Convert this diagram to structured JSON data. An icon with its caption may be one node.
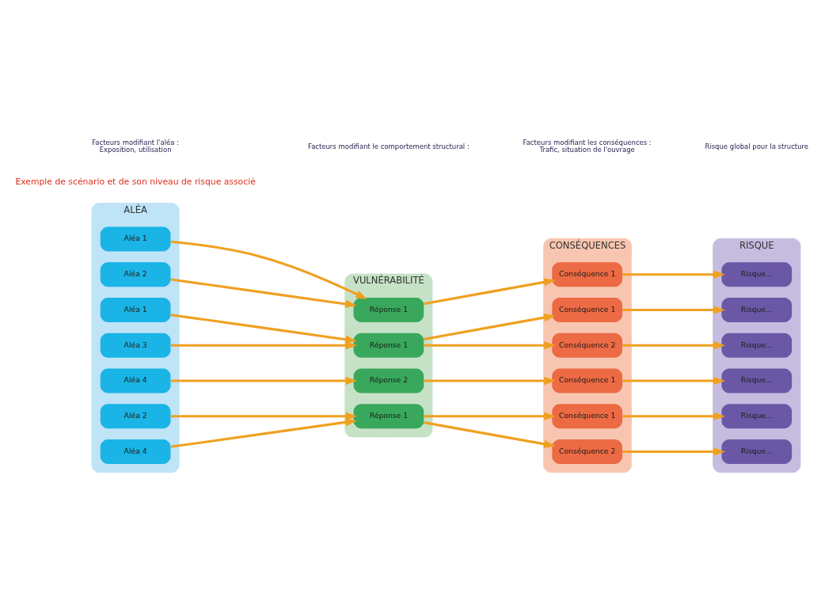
{
  "diagram": {
    "nodes": [
      {
        "text": [
          "ALÉA"
        ]
      },
      {
        "text": [
          "Aléa 1"
        ],
        "in": 0
      },
      {
        "text": [
          "Aléa 2"
        ],
        "in": 0
      },
      {
        "text": [
          "Aléa 1"
        ],
        "in": 0
      },
      {
        "text": [
          "Aléa 3"
        ],
        "in": 0
      },
      {
        "text": [
          "Aléa 4"
        ],
        "in": 0
      },
      {
        "text": [
          "Aléa 2"
        ],
        "in": 0
      },
      {
        "text": [
          "Aléa 4"
        ],
        "in": 0
      },
      {
        "text": [
          "VULNÉRABILITÉ"
        ]
      },
      {
        "text": [
          "Réponse 1"
        ],
        "in": 8
      },
      {
        "text": [
          "Réponse 1"
        ],
        "in": 8
      },
      {
        "text": [
          "Réponse 2"
        ],
        "in": 8
      },
      {
        "text": [
          "Réponse 1"
        ],
        "in": 8
      },
      {
        "text": [
          "CONSÉQUENCES"
        ]
      },
      {
        "text": [
          "Conséquence 1"
        ],
        "in": 13
      },
      {
        "text": [
          "Conséquence 1"
        ],
        "in": 13
      },
      {
        "text": [
          "Conséquence 2"
        ],
        "in": 13
      },
      {
        "text": [
          "Conséquence 1"
        ],
        "in": 13
      },
      {
        "text": [
          "Conséquence 1"
        ],
        "in": 13
      },
      {
        "text": [
          "Conséquence 2"
        ],
        "in": 13
      },
      {
        "text": [
          "RISQUE"
        ]
      },
      {
        "text": [
          "Risque..."
        ],
        "in": 20
      },
      {
        "text": [
          "Risque..."
        ],
        "in": 20
      },
      {
        "text": [
          "Risque..."
        ],
        "in": 20
      },
      {
        "text": [
          "Risque..."
        ],
        "in": 20
      },
      {
        "text": [
          "Risque..."
        ],
        "in": 20
      },
      {
        "text": [
          "Risque..."
        ],
        "in": 20
      }
    ],
    "edges": [
      {
        "from": 1,
        "to": 9,
        "arrow": "to"
      },
      {
        "from": 2,
        "to": 9,
        "arrow": "to"
      },
      {
        "from": 9,
        "to": 14,
        "arrow": "to"
      },
      {
        "from": 14,
        "to": 21,
        "arrow": "to"
      },
      {
        "from": 3,
        "to": 10,
        "arrow": "to"
      },
      {
        "from": 4,
        "to": 10,
        "arrow": "to"
      },
      {
        "from": 10,
        "to": 15,
        "arrow": "to"
      },
      {
        "from": 10,
        "to": 16,
        "arrow": "to"
      },
      {
        "from": 15,
        "to": 22,
        "arrow": "to"
      },
      {
        "from": 16,
        "to": 23,
        "arrow": "to"
      },
      {
        "from": 5,
        "to": 11,
        "arrow": "to"
      },
      {
        "from": 11,
        "to": 17,
        "arrow": "to"
      },
      {
        "from": 17,
        "to": 24,
        "arrow": "to"
      },
      {
        "from": 6,
        "to": 12,
        "arrow": "to"
      },
      {
        "from": 7,
        "to": 12,
        "arrow": "to"
      },
      {
        "from": 12,
        "to": 18,
        "arrow": "to"
      },
      {
        "from": 12,
        "to": 19,
        "arrow": "to"
      },
      {
        "from": 18,
        "to": 25,
        "arrow": "to"
      },
      {
        "from": 19,
        "to": 26,
        "arrow": "to"
      }
    ],
    "labels": [
      "Exemple de scénario et de son niveau de risque associé",
      "Facteurs modifiant l'aléa : Exposition, utilisation",
      "Facteurs modifiant le comportement structural :",
      "Facteurs modifiant les conséquences : Trafic, situation de l'ouvrage",
      "Risque global pour la structure"
    ]
  }
}
